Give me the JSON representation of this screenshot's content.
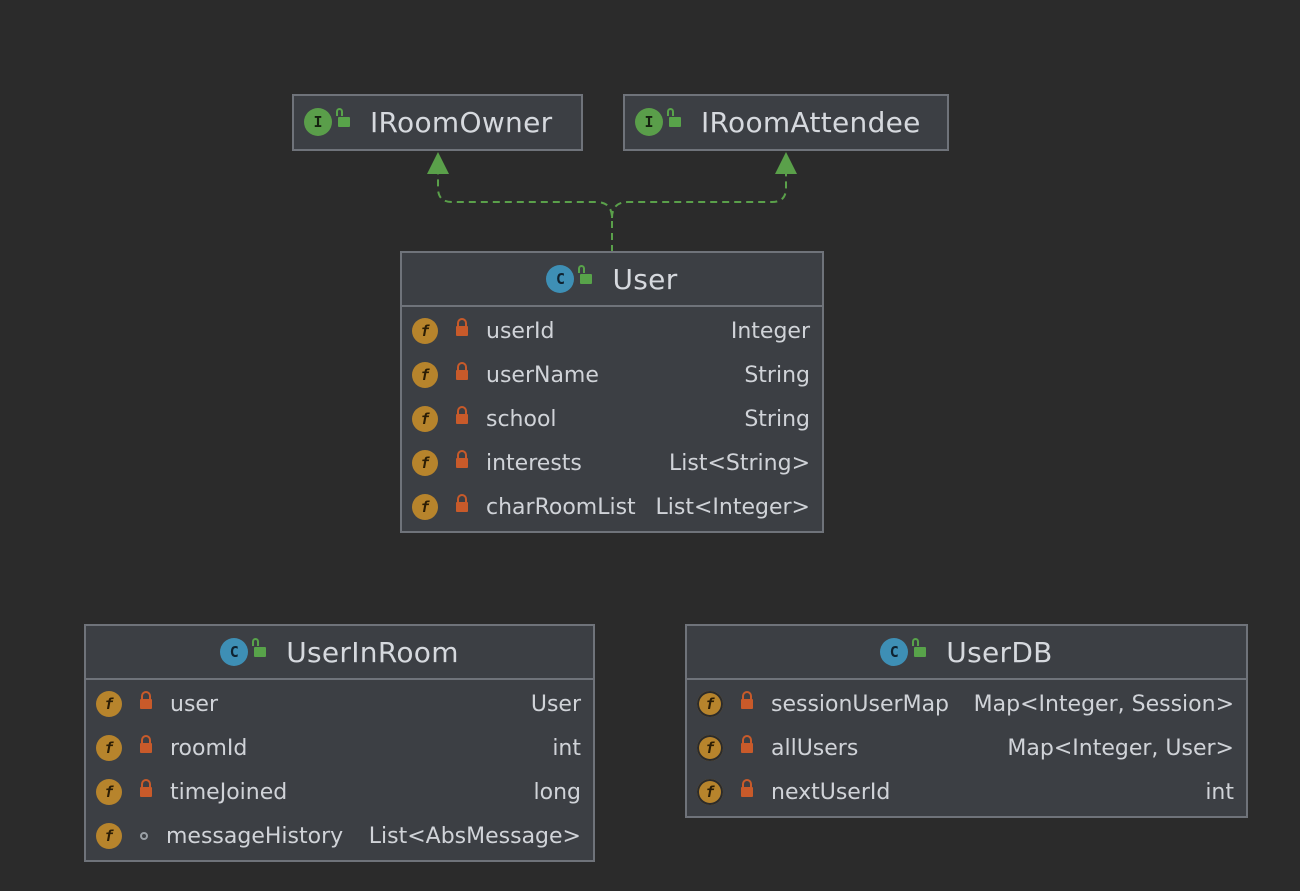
{
  "diagram": {
    "interfaces": [
      {
        "name": "IRoomOwner",
        "kind_icon": "interface-icon",
        "visibility": "public"
      },
      {
        "name": "IRoomAttendee",
        "kind_icon": "interface-icon",
        "visibility": "public"
      }
    ],
    "classes": {
      "user": {
        "name": "User",
        "fields": [
          {
            "name": "userId",
            "type": "Integer",
            "visibility": "private"
          },
          {
            "name": "userName",
            "type": "String",
            "visibility": "private"
          },
          {
            "name": "school",
            "type": "String",
            "visibility": "private"
          },
          {
            "name": "interests",
            "type": "List<String>",
            "visibility": "private"
          },
          {
            "name": "charRoomList",
            "type": "List<Integer>",
            "visibility": "private"
          }
        ]
      },
      "user_in_room": {
        "name": "UserInRoom",
        "fields": [
          {
            "name": "user",
            "type": "User",
            "visibility": "private"
          },
          {
            "name": "roomId",
            "type": "int",
            "visibility": "private"
          },
          {
            "name": "timeJoined",
            "type": "long",
            "visibility": "private"
          },
          {
            "name": "messageHistory",
            "type": "List<AbsMessage>",
            "visibility": "package"
          }
        ]
      },
      "user_db": {
        "name": "UserDB",
        "fields": [
          {
            "name": "sessionUserMap",
            "type": "Map<Integer, Session>",
            "visibility": "private",
            "static": true
          },
          {
            "name": "allUsers",
            "type": "Map<Integer, User>",
            "visibility": "private",
            "static": true
          },
          {
            "name": "nextUserId",
            "type": "int",
            "visibility": "private",
            "static": true
          }
        ]
      }
    },
    "badges": {
      "interface": "I",
      "class": "C",
      "field": "f"
    },
    "relations": [
      {
        "from": "User",
        "to": "IRoomOwner",
        "type": "realization"
      },
      {
        "from": "User",
        "to": "IRoomAttendee",
        "type": "realization"
      }
    ],
    "colors": {
      "background": "#2b2b2b",
      "node_fill": "#3c3f44",
      "node_border": "#6f737a",
      "edge": "#5aa04a",
      "interface_badge": "#5a9e4a",
      "class_badge": "#3e8fb5",
      "field_badge": "#b7842c",
      "private_lock": "#c85a2a",
      "public_lock": "#58a34a"
    }
  }
}
